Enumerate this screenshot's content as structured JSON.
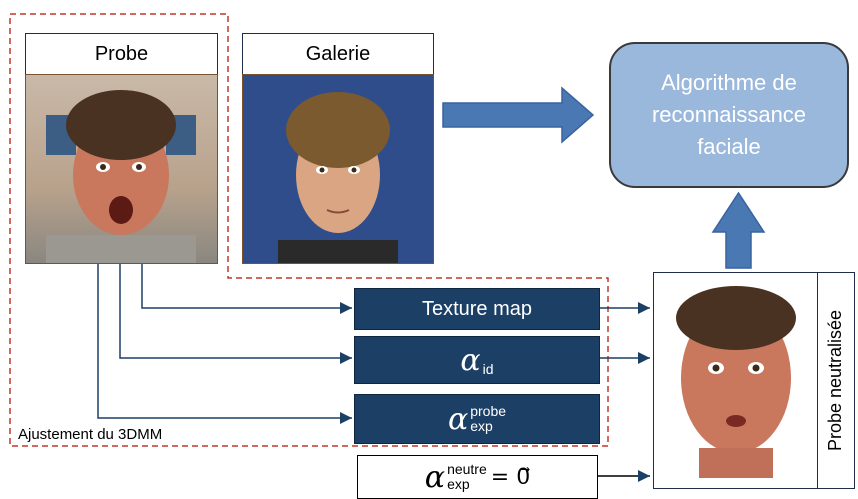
{
  "probe": {
    "label": "Probe"
  },
  "gallery": {
    "label": "Galerie"
  },
  "algorithm": {
    "line1": "Algorithme de",
    "line2": "reconnaissance",
    "line3": "faciale"
  },
  "boxes": {
    "texture_map": "Texture map",
    "alpha_id_symbol": "α",
    "alpha_id_sub": "id",
    "alpha_exp_symbol": "α",
    "alpha_exp_sup": "probe",
    "alpha_exp_sub": "exp",
    "alpha_neutral_symbol": "α",
    "alpha_neutral_sup": "neutre",
    "alpha_neutral_sub": "exp",
    "alpha_neutral_value": "= 0⃗"
  },
  "region_caption": "Ajustement du 3DMM",
  "neutralized_label": "Probe neutralisée",
  "colors": {
    "navy": "#1c3f66",
    "arrow_blue": "#4a78b3",
    "algo_fill": "#9ab7dc",
    "dashed_red": "#c0392b"
  }
}
